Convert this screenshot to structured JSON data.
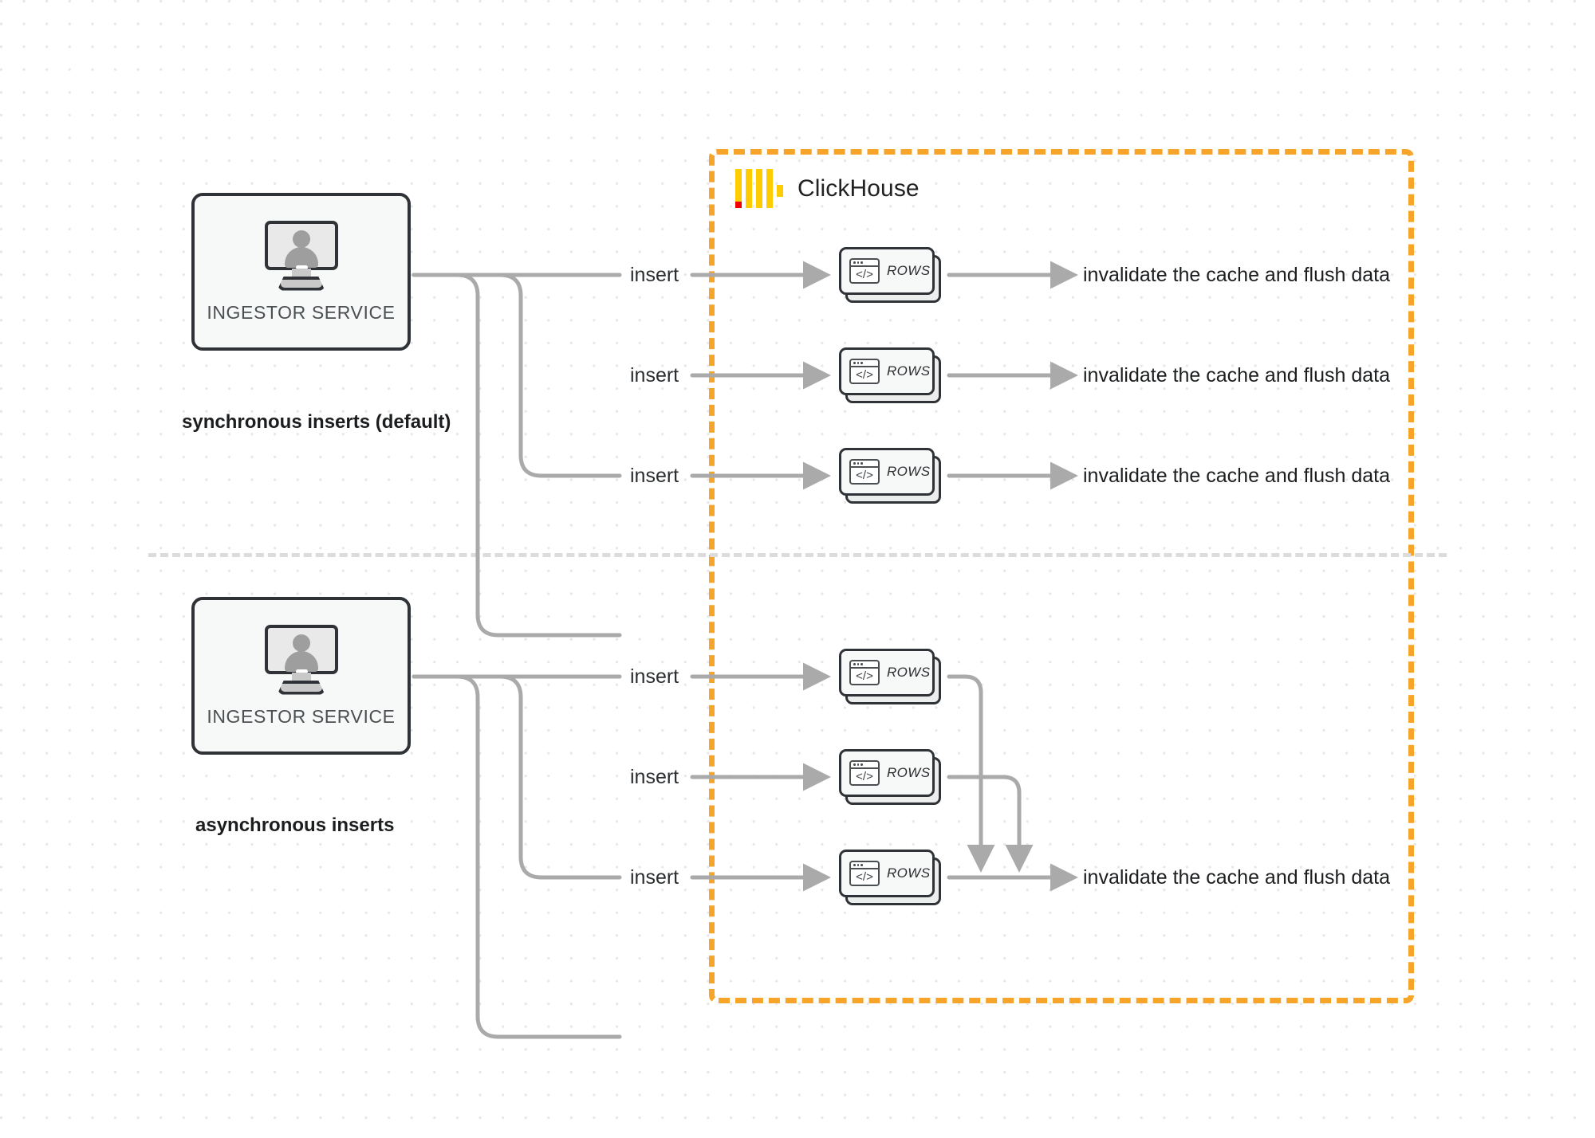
{
  "diagram": {
    "title": "ClickHouse synchronous vs asynchronous inserts",
    "colors": {
      "boundary": "#f6a42a",
      "logo_yellow": "#ffcc00",
      "logo_red": "#ee0000",
      "wire": "#aaaaaa",
      "box_border": "#2f3337",
      "divider": "#dcdcdc"
    }
  },
  "clickhouse": {
    "wordmark": "ClickHouse",
    "logo_name": "clickhouse-logo"
  },
  "sections": [
    {
      "id": "synchronous",
      "caption": "synchronous inserts (default)",
      "service": {
        "label": "INGESTOR SERVICE",
        "icon": "monitor-user-icon"
      },
      "rows": [
        {
          "insert_label": "insert",
          "card_label": "ROWS",
          "card_icon": "code-window-icon",
          "outcome": "invalidate the cache and flush data"
        },
        {
          "insert_label": "insert",
          "card_label": "ROWS",
          "card_icon": "code-window-icon",
          "outcome": "invalidate the cache and flush data"
        },
        {
          "insert_label": "insert",
          "card_label": "ROWS",
          "card_icon": "code-window-icon",
          "outcome": "invalidate the cache and flush data"
        }
      ]
    },
    {
      "id": "asynchronous",
      "caption": "asynchronous inserts",
      "service": {
        "label": "INGESTOR SERVICE",
        "icon": "monitor-user-icon"
      },
      "rows": [
        {
          "insert_label": "insert",
          "card_label": "ROWS",
          "card_icon": "code-window-icon",
          "outcome": ""
        },
        {
          "insert_label": "insert",
          "card_label": "ROWS",
          "card_icon": "code-window-icon",
          "outcome": ""
        },
        {
          "insert_label": "insert",
          "card_label": "ROWS",
          "card_icon": "code-window-icon",
          "outcome": "invalidate the cache and flush data"
        }
      ]
    }
  ]
}
